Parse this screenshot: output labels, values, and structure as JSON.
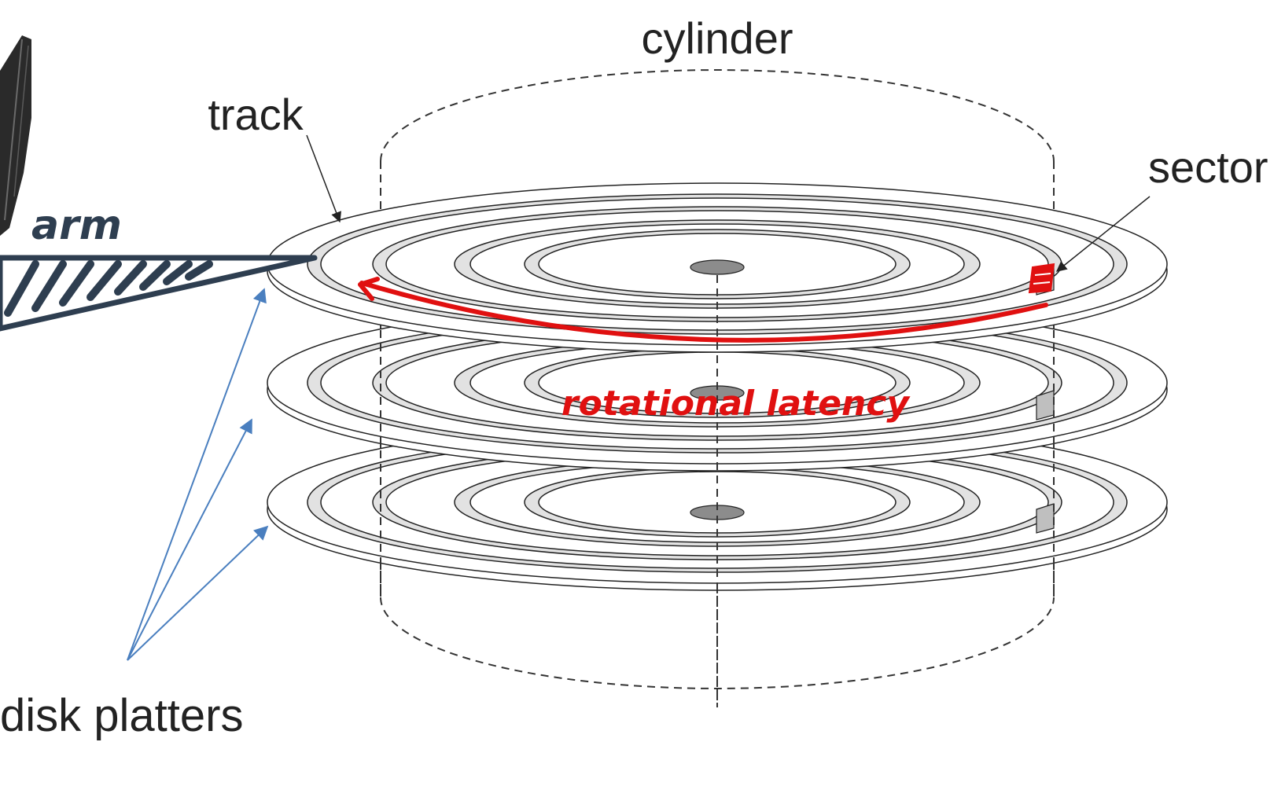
{
  "labels": {
    "cylinder": "cylinder",
    "track": "track",
    "sector": "sector",
    "arm": "arm",
    "disk_platters": "disk platters",
    "rotational_latency": "rotational latency"
  },
  "colors": {
    "line": "#222222",
    "track_fill": "#e2e2e2",
    "hub": "#8c8c8c",
    "sector_fill": "#bfbfbf",
    "arm": "#2e3e50",
    "pointer_arrows": "#4a7fbf",
    "annotation_red": "#e01010"
  },
  "platter_count": 3
}
